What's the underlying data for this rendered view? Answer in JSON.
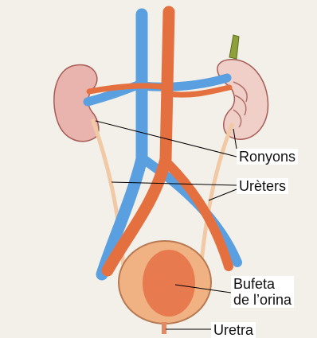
{
  "labels": {
    "kidneys": "Ronyons",
    "ureters": "Urèters",
    "bladder_line1": "Bufeta",
    "bladder_line2": "de l’orina",
    "urethra": "Uretra"
  },
  "colors": {
    "background": "#f3efe9",
    "vein": "#5aa0e0",
    "artery": "#e5703f",
    "kidney": "#e8b4ad",
    "ureter": "#f1c9a5",
    "bladder": "#f0b183",
    "leader_line": "#000000"
  }
}
